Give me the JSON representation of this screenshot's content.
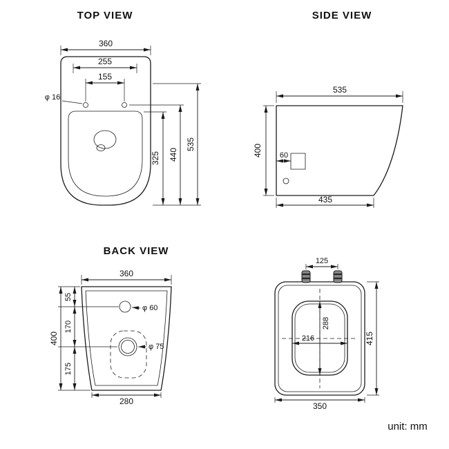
{
  "sheet": {
    "unit_label": "unit: mm",
    "line_color": "#1a1a1a",
    "background": "#ffffff"
  },
  "top_view": {
    "title": "TOP VIEW",
    "dims": {
      "width_outer": "360",
      "width_mid": "255",
      "width_holes": "155",
      "hole_dia": "φ 16",
      "depth_inner": "325",
      "depth_mid": "440",
      "depth_outer": "535"
    }
  },
  "side_view": {
    "title": "SIDE VIEW",
    "dims": {
      "depth_top": "535",
      "height": "400",
      "outlet_offset": "60",
      "depth_bottom": "435"
    }
  },
  "back_view": {
    "title": "BACK VIEW",
    "dims": {
      "width_top": "360",
      "seg_top": "55",
      "seg_mid": "170",
      "seg_bottom": "175",
      "height": "400",
      "inlet_dia": "φ 60",
      "outlet_dia": "φ 75",
      "width_bottom": "280"
    }
  },
  "seat_view": {
    "dims": {
      "hinge_span": "125",
      "opening_height": "288",
      "opening_width": "216",
      "lid_height": "415",
      "lid_width": "350"
    }
  }
}
